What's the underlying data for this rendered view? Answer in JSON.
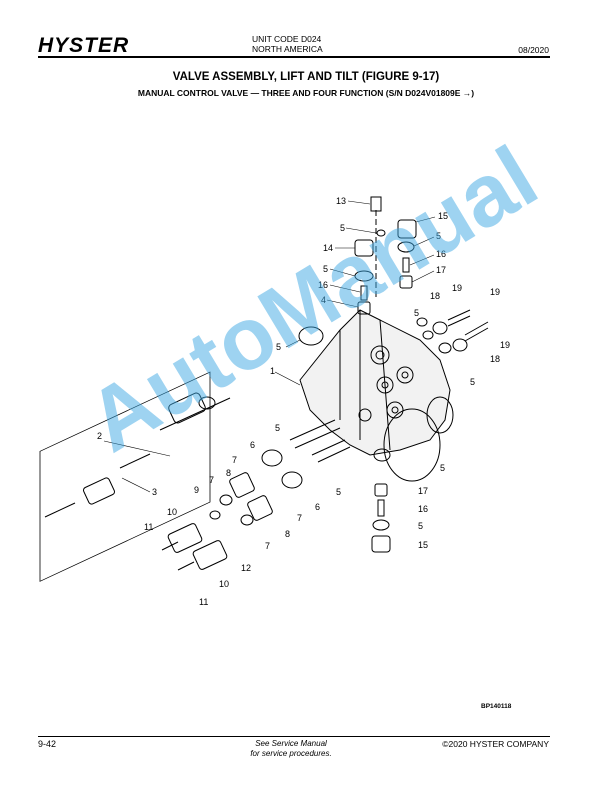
{
  "header": {
    "logo": "HYSTER",
    "unit_code": "UNIT CODE D024",
    "region": "NORTH AMERICA",
    "date": "08/2020"
  },
  "title": "VALVE ASSEMBLY, LIFT AND TILT (FIGURE 9-17)",
  "subtitle": "MANUAL CONTROL VALVE — THREE AND FOUR FUNCTION  (S/N D024V01809E →)",
  "watermark": "AutoManual",
  "figure_id": "BP140118",
  "footer": {
    "page": "9-42",
    "note_line1": "See Service Manual",
    "note_line2": "for service procedures.",
    "copyright": "©2020 HYSTER COMPANY"
  },
  "callouts": [
    "13",
    "15",
    "5",
    "14",
    "5",
    "16",
    "5",
    "17",
    "16",
    "4",
    "18",
    "19",
    "19",
    "5",
    "19",
    "5",
    "18",
    "5",
    "1",
    "5",
    "2",
    "6",
    "5",
    "7",
    "8",
    "5",
    "3",
    "9",
    "7",
    "6",
    "10",
    "7",
    "8",
    "11",
    "5",
    "7",
    "12",
    "10",
    "11",
    "17",
    "16",
    "5",
    "15"
  ]
}
